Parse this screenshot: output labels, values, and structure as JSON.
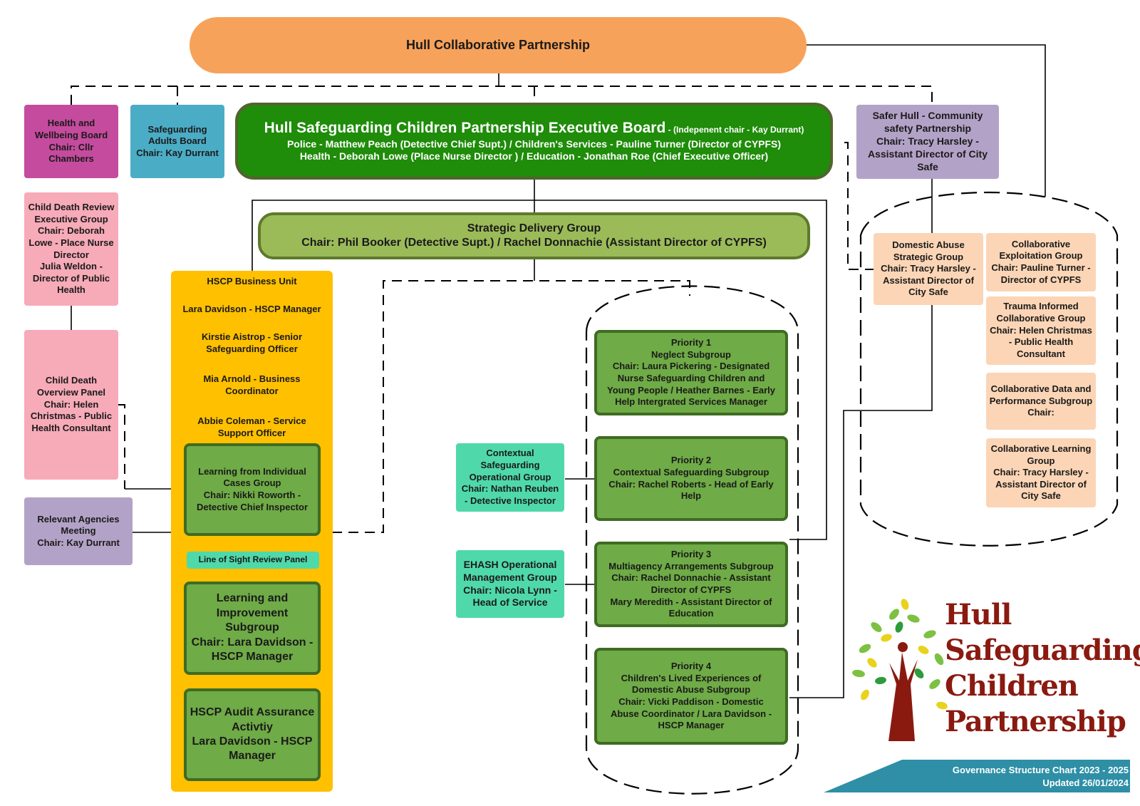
{
  "top": {
    "title": "Hull Collaborative Partnership"
  },
  "executive_board": {
    "title": "Hull Safeguarding Children Partnership Executive Board",
    "chair_note": " - (Indepenent chair - Kay Durrant)",
    "line1": "Police - Matthew Peach (Detective Chief Supt.) / Children's Services - Pauline Turner (Director of CYPFS)",
    "line2": "Health - Deborah Lowe (Place Nurse Director ) / Education - Jonathan Roe (Chief Executive Officer)"
  },
  "strategic_delivery": {
    "title": "Strategic Delivery Group",
    "chairs": "Chair: Phil Booker (Detective Supt.) / Rachel Donnachie (Assistant Director of CYPFS)"
  },
  "left_boxes": {
    "health_wellbeing": "Health and\nWellbeing Board\nChair: Cllr\nChambers",
    "safeguarding_adults": "Safeguarding\nAdults Board\nChair: Kay Durrant",
    "child_death_review": "Child Death Review\nExecutive Group\nChair: Deborah\nLowe - Place Nurse\nDirector\nJulia Weldon -\nDirector of Public\nHealth",
    "child_death_overview": "Child Death\nOverview Panel\nChair: Helen\nChristmas - Public\nHealth Consultant",
    "relevant_agencies": "Relevant Agencies\nMeeting\nChair: Kay Durrant"
  },
  "business_unit": {
    "title": "HSCP Business Unit",
    "staff": [
      "Lara Davidson - HSCP Manager",
      "Kirstie Aistrop - Senior\nSafeguarding Officer",
      "Mia Arnold - Business\nCoordinator",
      "Abbie Coleman - Service\nSupport Officer"
    ],
    "learning_individual": "Learning from Individual\nCases Group\nChair: Nikki Roworth -\nDetective Chief Inspector",
    "line_of_sight": "Line of Sight Review Panel",
    "learning_improvement": "Learning and\nImprovement\nSubgroup\nChair: Lara Davidson -\nHSCP Manager",
    "audit": "HSCP Audit Assurance\nActivtiy\nLara Davidson - HSCP\nManager"
  },
  "operational": {
    "contextual": "Contextual\nSafeguarding\nOperational Group\nChair: Nathan Reuben\n- Detective Inspector",
    "ehash": "EHASH Operational\nManagement Group\nChair: Nicola Lynn -\nHead of Service"
  },
  "priorities": [
    "Priority 1\nNeglect Subgroup\nChair: Laura Pickering - Designated\nNurse Safeguarding Children and\nYoung People / Heather Barnes - Early\nHelp Intergrated Services Manager",
    "Priority 2\nContextual Safeguarding Subgroup\nChair: Rachel Roberts - Head of Early\nHelp",
    "Priority 3\nMultiagency Arrangements Subgroup\nChair: Rachel Donnachie - Assistant\nDirector of CYPFS\nMary Meredith - Assistant Director of\nEducation",
    "Priority 4\nChildren's Lived Experiences of\nDomestic Abuse Subgroup\nChair: Vicki Paddison - Domestic\nAbuse Coordinator / Lara Davidson -\nHSCP Manager"
  ],
  "right": {
    "safer_hull": "Safer Hull - Community\nsafety Partnership\nChair: Tracy Harsley -\nAssistant Director of City\nSafe",
    "domestic_abuse": "Domestic Abuse\nStrategic Group\nChair: Tracy Harsley -\nAssistant Director of\nCity Safe",
    "collab_exploitation": "Collaborative\nExploitation Group\nChair: Pauline Turner -\nDirector of CYPFS",
    "trauma_informed": "Trauma Informed\nCollaborative Group\nChair: Helen Christmas\n- Public Health\nConsultant",
    "collab_data": "Collaborative Data and\nPerformance Subgroup\nChair:",
    "collab_learning": "Collaborative Learning\nGroup\nChair: Tracy Harsley -\nAssistant Director of\nCity Safe"
  },
  "logo": {
    "lines": [
      "Hull",
      "Safeguarding",
      "Children",
      "Partnership"
    ]
  },
  "footer": {
    "line1": "Governance Structure Chart 2023 - 2025",
    "line2": "Updated 26/01/2024"
  },
  "colors": {
    "top_pill": "#f7a25a",
    "executive": "#1f8c0a",
    "strategic": "#9bbb59",
    "magenta": "#c54b9e",
    "blue": "#4bacc6",
    "pink": "#f7aab8",
    "lavender": "#b3a2c7",
    "peach": "#fbd5b5",
    "teal": "#4fd9aa",
    "yellow": "#ffc000",
    "green": "#6fab46",
    "logo_red": "#8a1a10",
    "footer": "#2e8fa6"
  }
}
